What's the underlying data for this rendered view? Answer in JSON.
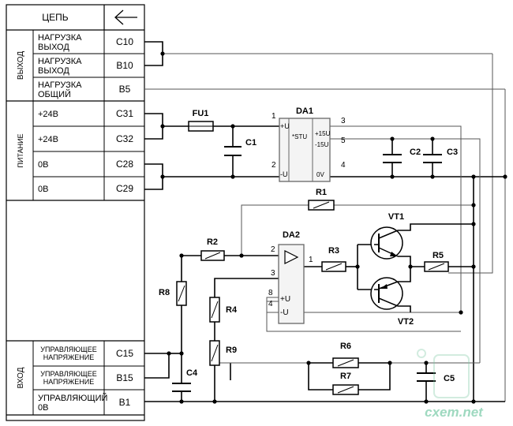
{
  "table": {
    "header": "ЦЕПЬ",
    "groups": {
      "output": "ВЫХОД",
      "power": "ПИТАНИЕ",
      "input": "ВХОД"
    },
    "rows": [
      {
        "name": "НАГРУЗКА\nВЫХОД",
        "pin": "C10"
      },
      {
        "name": "НАГРУЗКА\nВЫХОД",
        "pin": "B10"
      },
      {
        "name": "НАГРУЗКА\nОБЩИЙ",
        "pin": "B5"
      },
      {
        "name": "+24В",
        "pin": "C31"
      },
      {
        "name": "+24В",
        "pin": "C32"
      },
      {
        "name": "0В",
        "pin": "C28"
      },
      {
        "name": "0В",
        "pin": "C29"
      },
      {
        "name": "УПРАВЛЯЮЩЕЕ\nНАПРЯЖЕНИЕ",
        "pin": "C15"
      },
      {
        "name": "УПРАВЛЯЮЩЕЕ\nНАПРЯЖЕНИЕ",
        "pin": "B15"
      },
      {
        "name": "УПРАВЛЯЮЩИЙ\n0В",
        "pin": "B1"
      }
    ]
  },
  "components": {
    "FU1": "FU1",
    "C1": "C1",
    "DA1": "DA1",
    "C2": "C2",
    "C3": "C3",
    "R1": "R1",
    "VT1": "VT1",
    "DA2": "DA2",
    "R2": "R2",
    "R3": "R3",
    "R5": "R5",
    "VT2": "VT2",
    "R8": "R8",
    "R4": "R4",
    "R9": "R9",
    "R6": "R6",
    "R7": "R7",
    "C4": "C4",
    "C5": "C5"
  },
  "da1": {
    "in_pos": "+U",
    "in_neg": "-U",
    "type": "*STU",
    "out_pos": "+15U",
    "out_neg": "-15U",
    "out_zero": "0V",
    "pin1": "1",
    "pin2": "2",
    "pin3": "3",
    "pin4": "4",
    "pin5": "5"
  },
  "da2": {
    "pin1": "1",
    "pin2": "2",
    "pin3": "3",
    "pin4": "4",
    "pin8": "8",
    "pwr_pos": "+U",
    "pwr_neg": "-U"
  },
  "watermark": "cxem.net"
}
